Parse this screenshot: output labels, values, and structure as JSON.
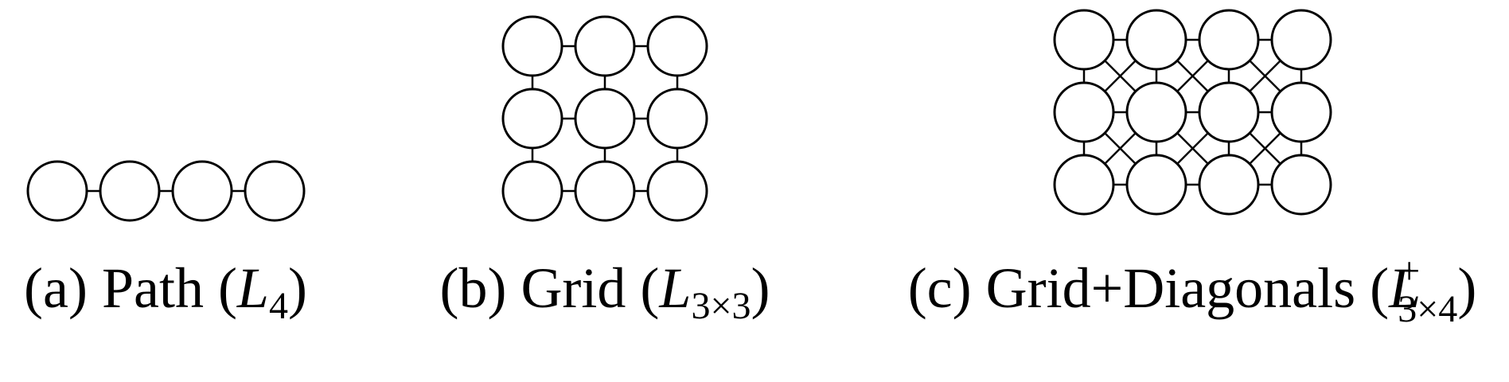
{
  "colors": {
    "stroke": "#000000",
    "background": "#ffffff"
  },
  "panels": [
    {
      "id": "path",
      "rows": 1,
      "cols": 4,
      "diagonals": false,
      "caption": {
        "prefix": "(a) Path (",
        "symbol": "L",
        "sub": "4",
        "sup": "",
        "suffix": ")"
      }
    },
    {
      "id": "grid",
      "rows": 3,
      "cols": 3,
      "diagonals": false,
      "caption": {
        "prefix": "(b) Grid (",
        "symbol": "L",
        "sub": "3×3",
        "sup": "",
        "suffix": ")"
      }
    },
    {
      "id": "grid-diagonals",
      "rows": 3,
      "cols": 4,
      "diagonals": true,
      "caption": {
        "prefix": "(c) Grid+Diagonals (",
        "symbol": "L",
        "sub": "3×4",
        "sup": "+",
        "suffix": ")"
      }
    }
  ]
}
